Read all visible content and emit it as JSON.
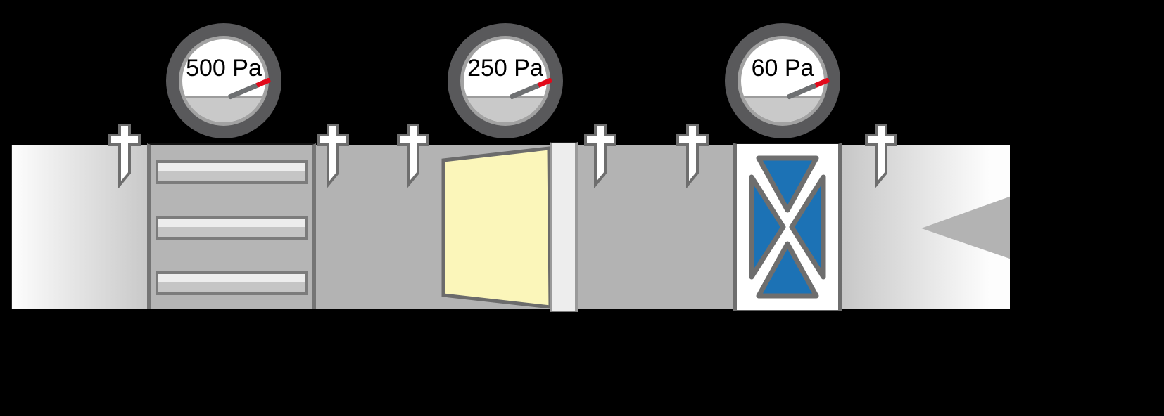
{
  "diagram": {
    "name": "Duct filter differential-pressure schematic",
    "gauges": [
      {
        "label": "500 Pa",
        "icon": "pressure-gauge-icon",
        "needle": "up-right"
      },
      {
        "label": "250 Pa",
        "icon": "pressure-gauge-icon",
        "needle": "up-right"
      },
      {
        "label": "60 Pa",
        "icon": "pressure-gauge-icon",
        "needle": "up-right"
      }
    ],
    "components": [
      {
        "name": "duct",
        "fill": "#b3b3b3"
      },
      {
        "name": "louver-prefilter-bank",
        "slats": 3
      },
      {
        "name": "bag-filter-panel",
        "fill": "#fbf6ba"
      },
      {
        "name": "filter-frame-strip",
        "fill": "#ededed"
      },
      {
        "name": "axial-fan-symbol",
        "fill": "#1c72b5"
      },
      {
        "name": "pressure-tap-probe",
        "count": 6
      },
      {
        "name": "duct-continuation-notch"
      }
    ],
    "colors": {
      "background": "#000000",
      "duct_gray": "#b3b3b3",
      "filter_yellow": "#fbf6ba",
      "fan_blue": "#1c72b5",
      "needle_red": "#e2091a",
      "needle_gray": "#6e7072",
      "gauge_ring": "#59595b",
      "outline_gray": "#6e6e6e"
    }
  }
}
